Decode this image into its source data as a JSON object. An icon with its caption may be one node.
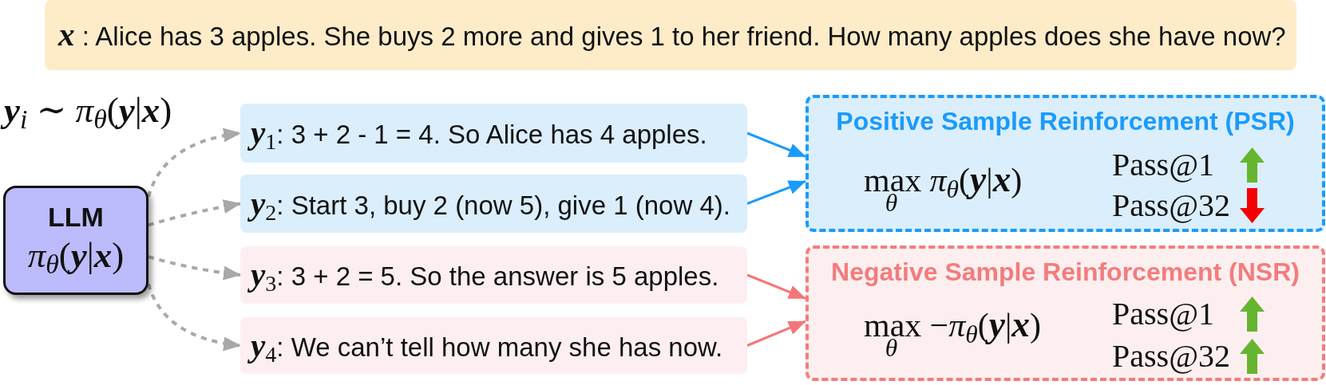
{
  "diagram": {
    "nodes": [
      {
        "text": [
          "**x** : Alice has 3 apples. She buys 2 more and gives 1 to her friend. How many apples does she have now?"
        ]
      },
      {
        "text": [
          "LLM",
          "*π*$_{θ}$(**y**|**x**)"
        ]
      },
      {
        "text": [
          "**y**$_{1}$: 3 + 2 - 1 = 4. So Alice has 4 apples."
        ]
      },
      {
        "text": [
          "**y**$_{2}$: Start 3, buy 2 (now 5), give 1 (now 4)."
        ]
      },
      {
        "text": [
          "**y**$_{3}$: 3 + 2 = 5. So the answer is 5 apples."
        ]
      },
      {
        "text": [
          "**y**$_{4}$: We can’t tell how many she has now."
        ]
      },
      {
        "text": [
          "Positive Sample Reinforcement (PSR)",
          "max$_{θ}$ *π*$_{θ}$(**y**|**x**)",
          "Pass@1",
          "Pass@32"
        ]
      },
      {
        "text": [
          "Negative Sample Reinforcement (NSR)",
          "max$_{θ}$ −*π*$_{θ}$(**y**|**x**)",
          "Pass@1",
          "Pass@32"
        ]
      }
    ],
    "edges": [
      {
        "from": 1,
        "to": 2,
        "arrow": "to",
        "style": "dashed"
      },
      {
        "from": 1,
        "to": 3,
        "arrow": "to",
        "style": "dashed"
      },
      {
        "from": 1,
        "to": 4,
        "arrow": "to",
        "style": "dashed"
      },
      {
        "from": 1,
        "to": 5,
        "arrow": "to",
        "style": "dashed"
      },
      {
        "from": 2,
        "to": 6,
        "arrow": "to",
        "color": "#1a9bfa"
      },
      {
        "from": 3,
        "to": 6,
        "arrow": "to",
        "color": "#1a9bfa"
      },
      {
        "from": 4,
        "to": 7,
        "arrow": "to",
        "color": "#f47777"
      },
      {
        "from": 5,
        "to": 7,
        "arrow": "to",
        "color": "#f47777"
      }
    ],
    "labels": [
      "**y**$_{i}$ ∼ *π*$_{θ}$(**y**|**x**)"
    ]
  }
}
